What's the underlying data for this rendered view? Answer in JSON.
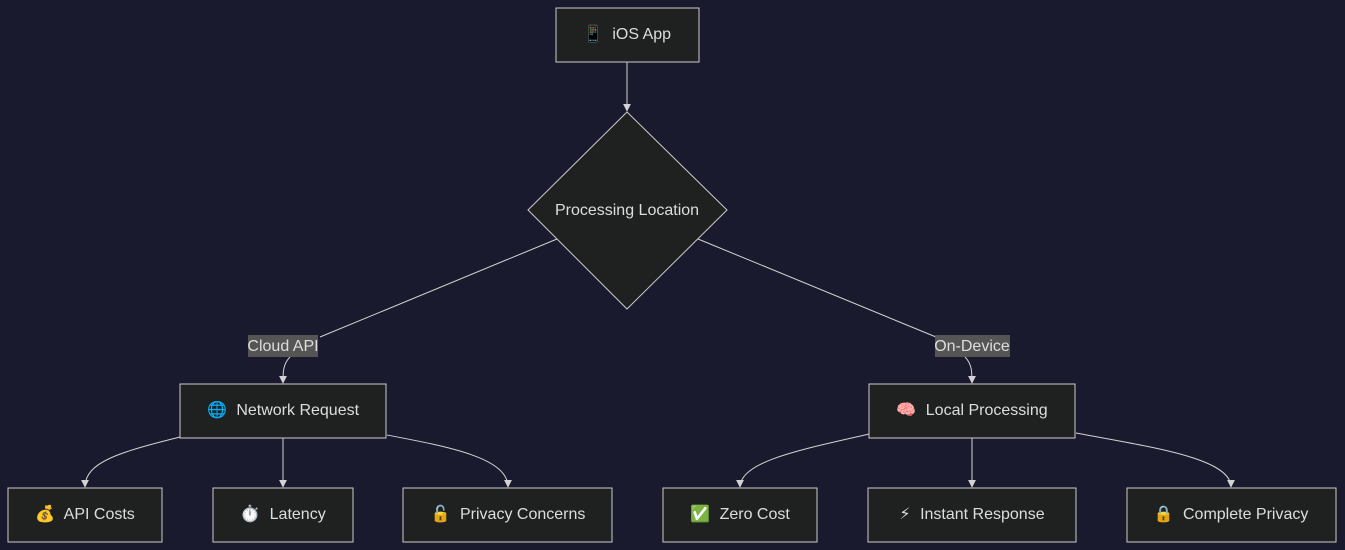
{
  "diagram": {
    "app_node": {
      "icon": "📱",
      "label": "iOS App"
    },
    "decision_node": {
      "label": "Processing Location"
    },
    "edge_labels": {
      "cloud": "Cloud API",
      "device": "On-Device"
    },
    "network_node": {
      "icon": "🌐",
      "label": "Network Request"
    },
    "local_node": {
      "icon": "🧠",
      "label": "Local Processing"
    },
    "cloud_outcomes": [
      {
        "icon": "💰",
        "label": "API Costs"
      },
      {
        "icon": "⏱️",
        "label": "Latency"
      },
      {
        "icon": "🔓",
        "label": "Privacy Concerns"
      }
    ],
    "device_outcomes": [
      {
        "icon": "✅",
        "label": "Zero Cost"
      },
      {
        "icon": "⚡",
        "label": "Instant Response"
      },
      {
        "icon": "🔒",
        "label": "Complete Privacy"
      }
    ]
  },
  "colors": {
    "background": "#1a1a2e",
    "node_fill": "#1f2020",
    "node_stroke": "#cccccc",
    "edge": "#d3d3d3",
    "text": "#dddddd",
    "label_background": "#585858"
  }
}
